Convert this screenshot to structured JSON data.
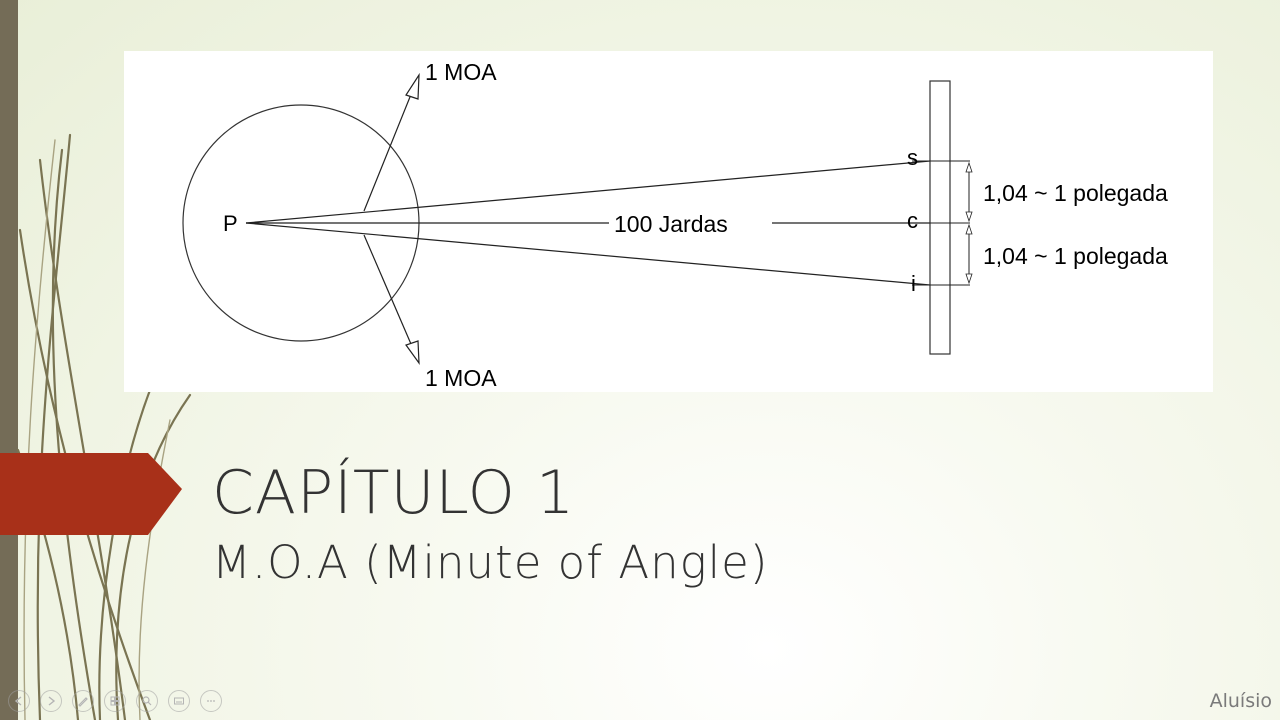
{
  "diagram": {
    "arrow_top_label": "1 MOA",
    "arrow_bottom_label": "1 MOA",
    "origin_label": "P",
    "distance_label": "100 Jardas",
    "point_s_label": "s",
    "point_c_label": "c",
    "point_i_label": "i",
    "dimension_upper_label": "1,04 ~ 1 polegada",
    "dimension_lower_label": "1,04 ~ 1 polegada"
  },
  "slide": {
    "title": "CAPÍTULO 1",
    "subtitle": "M.O.A (Minute of Angle)",
    "author": "Aluísio",
    "accent_color": "#a83019",
    "side_bar_color": "#746c57"
  },
  "controls": [
    {
      "icon": "previous-icon"
    },
    {
      "icon": "next-icon"
    },
    {
      "icon": "pen-icon"
    },
    {
      "icon": "slides-grid-icon"
    },
    {
      "icon": "zoom-icon"
    },
    {
      "icon": "subtitles-icon"
    },
    {
      "icon": "more-options-icon"
    }
  ]
}
